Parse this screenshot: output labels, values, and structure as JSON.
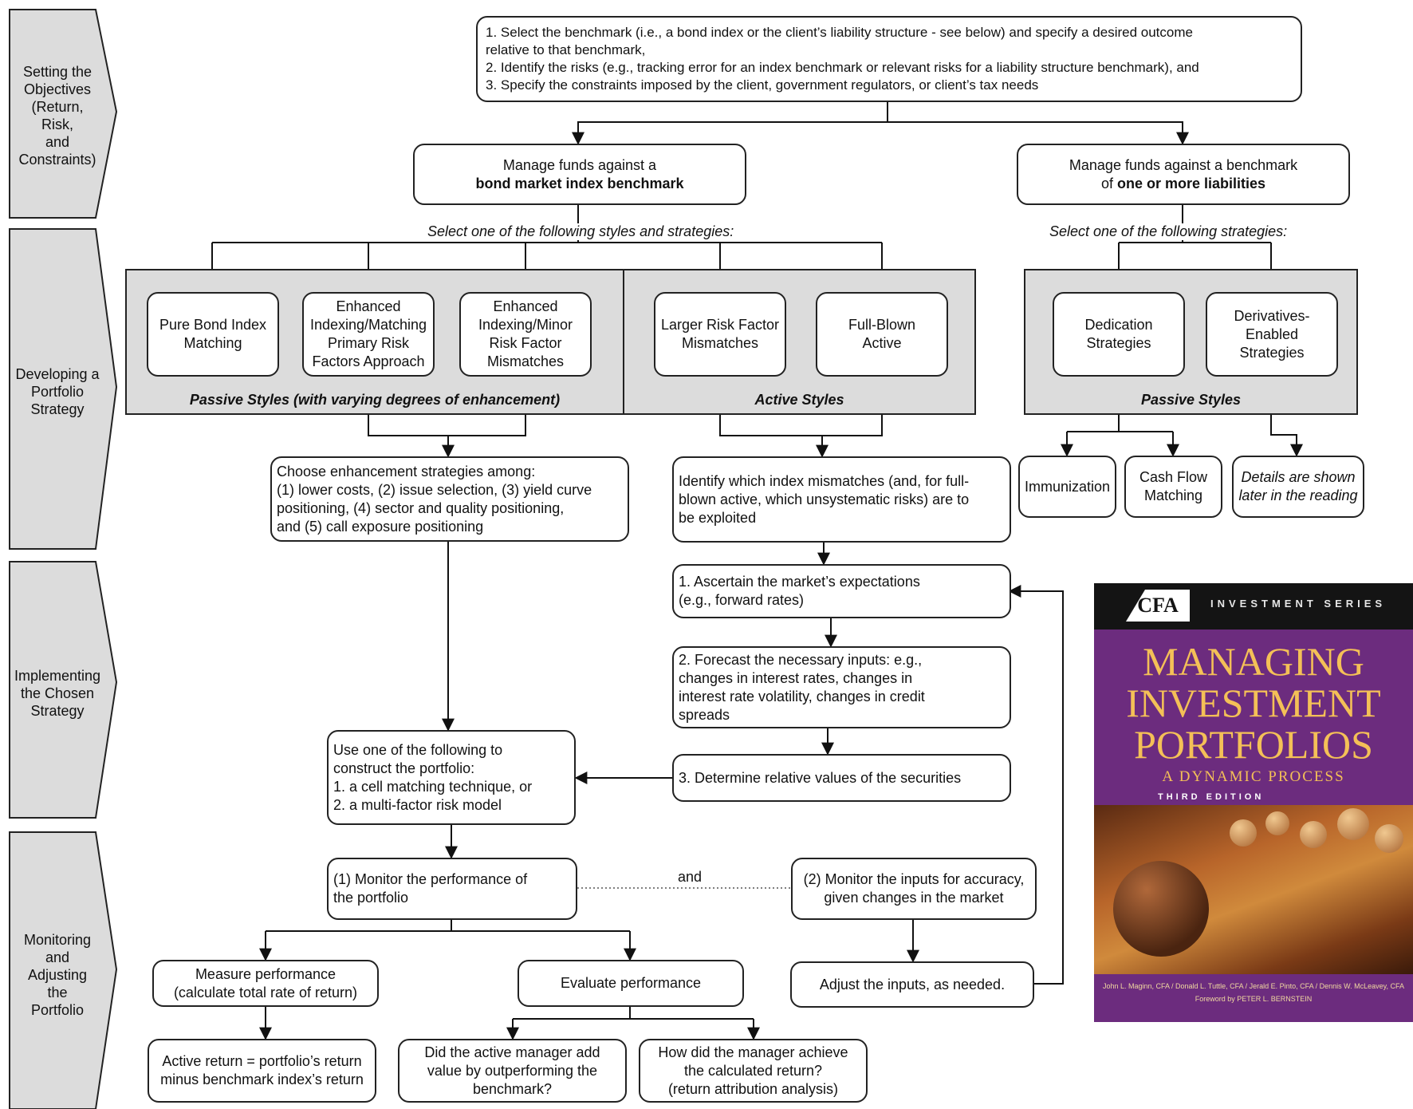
{
  "phases": [
    {
      "id": "objectives",
      "label": "Setting the\nObjectives\n(Return,\nRisk,\nand\nConstraints)"
    },
    {
      "id": "strategy",
      "label": "Developing a\nPortfolio\nStrategy"
    },
    {
      "id": "implement",
      "label": "Implementing\nthe Chosen\nStrategy"
    },
    {
      "id": "monitor",
      "label": "Monitoring\nand\nAdjusting\nthe\nPortfolio"
    }
  ],
  "objectives_box": {
    "line1": "1.  Select the benchmark (i.e., a bond index or the client’s liability structure - see below) and specify a desired outcome\n     relative to that benchmark,",
    "line2": "2.  Identify the risks (e.g., tracking error for an index benchmark or relevant risks for a liability structure benchmark), and",
    "line3": "3.  Specify the constraints imposed by the client, government regulators, or client’s tax needs"
  },
  "index_branch": {
    "plain": "Manage funds against  a",
    "bold": "bond market index benchmark",
    "select_label": "Select one of the following styles and strategies:"
  },
  "liability_branch": {
    "plain": "Manage funds against a benchmark\nof ",
    "bold": "one or more liabilities",
    "select_label": "Select one of the following strategies:"
  },
  "index_strategies": [
    "Pure Bond Index\nMatching",
    "Enhanced\nIndexing/Matching\nPrimary Risk\nFactors Approach",
    "Enhanced\nIndexing/Minor\nRisk Factor\nMismatches",
    "Larger Risk Factor\nMismatches",
    "Full-Blown\nActive"
  ],
  "liability_strategies": [
    "Dedication\nStrategies",
    "Derivatives-\nEnabled\nStrategies"
  ],
  "group_labels": {
    "passive_index": "Passive Styles (with varying degrees of enhancement)",
    "active": "Active Styles",
    "passive_liability": "Passive Styles"
  },
  "enhancement_box": "Choose enhancement strategies among:\n(1) lower costs, (2) issue selection, (3) yield curve\npositioning, (4) sector and quality positioning,\nand (5) call exposure positioning",
  "mismatch_box": "Identify which index mismatches (and, for full-\nblown active, which unsystematic risks) are to\nbe exploited",
  "dedication_outputs": [
    "Immunization",
    "Cash Flow\nMatching"
  ],
  "details_box": "Details are shown\nlater in the reading",
  "steps": [
    "1. Ascertain the market’s expectations\n    (e.g., forward rates)",
    "2.  Forecast the necessary inputs: e.g.,\n     changes in interest rates, changes in\n     interest rate volatility, changes in credit\n     spreads",
    "3.  Determine relative values of the securities"
  ],
  "construct_box": "Use one of the following to\nconstruct the portfolio:\n1.  a cell matching technique, or\n2.  a multi-factor risk model",
  "monitor_perf": "(1) Monitor the performance of\n     the portfolio",
  "and_label": "and",
  "monitor_inputs": "(2) Monitor the inputs for accuracy,\ngiven changes in the market",
  "measure_perf": "Measure performance\n(calculate total rate of return)",
  "evaluate_perf": "Evaluate performance",
  "adjust_inputs": "Adjust the inputs, as needed.",
  "active_return": "Active return = portfolio’s return\nminus benchmark index’s return",
  "added_value": "Did the active manager add\nvalue by outperforming the\nbenchmark?",
  "attribution": "How did the manager achieve\nthe calculated return?\n(return attribution analysis)",
  "book_cover": {
    "logo": "CFA",
    "series": "INVESTMENT SERIES",
    "title": "MANAGING\nINVESTMENT\nPORTFOLIOS",
    "subtitle": "A DYNAMIC PROCESS",
    "edition": "THIRD EDITION",
    "authors": "John L. Maginn, CFA / Donald L. Tuttle, CFA / Jerald E. Pinto, CFA / Dennis W. McLeavey, CFA",
    "foreword": "Foreword by PETER L. BERNSTEIN",
    "colors": {
      "background": "#6c2c7e",
      "title": "#f4c057"
    }
  }
}
